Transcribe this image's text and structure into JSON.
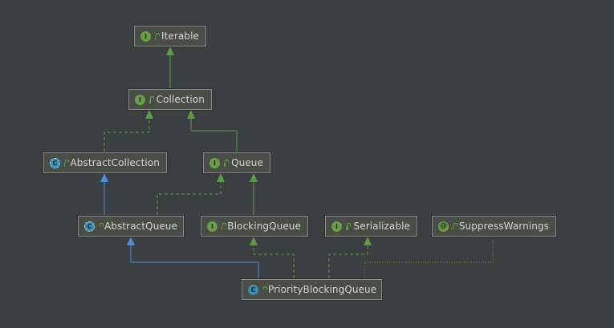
{
  "colors": {
    "background": "#3c3f41",
    "implements_edge": "#5e9c45",
    "extends_edge": "#4a8fd8",
    "annotation_edge": "#8c8a33"
  },
  "nodes": {
    "iterable": {
      "label": "Iterable",
      "kind": "interface",
      "icon": "interface-icon",
      "badge": "I"
    },
    "collection": {
      "label": "Collection",
      "kind": "interface",
      "icon": "interface-icon",
      "badge": "I"
    },
    "abstract_collection": {
      "label": "AbstractCollection",
      "kind": "abstract",
      "icon": "abstract-class-icon",
      "badge": "C"
    },
    "queue": {
      "label": "Queue",
      "kind": "interface",
      "icon": "interface-icon",
      "badge": "I"
    },
    "abstract_queue": {
      "label": "AbstractQueue",
      "kind": "abstract",
      "icon": "abstract-class-icon",
      "badge": "C"
    },
    "blocking_queue": {
      "label": "BlockingQueue",
      "kind": "interface",
      "icon": "interface-icon",
      "badge": "I"
    },
    "serializable": {
      "label": "Serializable",
      "kind": "interface",
      "icon": "interface-icon",
      "badge": "I"
    },
    "suppress_warnings": {
      "label": "SuppressWarnings",
      "kind": "annotation",
      "icon": "annotation-icon",
      "badge": "@"
    },
    "priority_blocking_queue": {
      "label": "PriorityBlockingQueue",
      "kind": "class",
      "icon": "class-icon",
      "badge": "C"
    }
  },
  "edges": [
    {
      "from": "collection",
      "to": "iterable",
      "type": "extends-interface"
    },
    {
      "from": "abstract_collection",
      "to": "collection",
      "type": "implements"
    },
    {
      "from": "queue",
      "to": "collection",
      "type": "extends-interface"
    },
    {
      "from": "abstract_queue",
      "to": "abstract_collection",
      "type": "extends"
    },
    {
      "from": "abstract_queue",
      "to": "queue",
      "type": "implements"
    },
    {
      "from": "blocking_queue",
      "to": "queue",
      "type": "extends-interface"
    },
    {
      "from": "priority_blocking_queue",
      "to": "abstract_queue",
      "type": "extends"
    },
    {
      "from": "priority_blocking_queue",
      "to": "blocking_queue",
      "type": "implements"
    },
    {
      "from": "priority_blocking_queue",
      "to": "serializable",
      "type": "implements"
    },
    {
      "from": "priority_blocking_queue",
      "to": "suppress_warnings",
      "type": "annotated-with"
    }
  ]
}
